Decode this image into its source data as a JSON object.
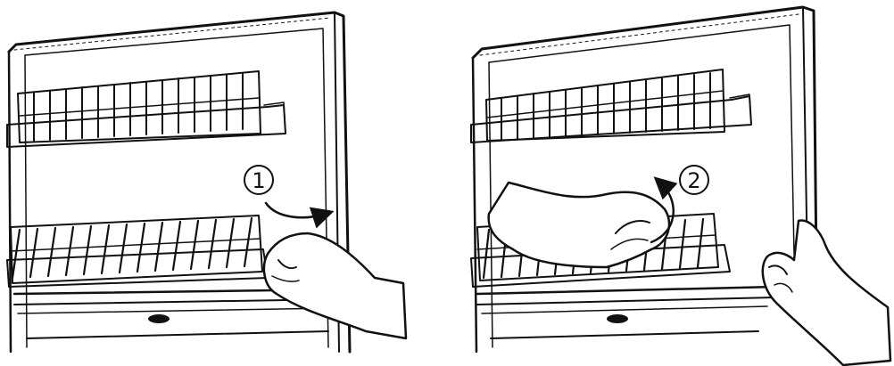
{
  "steps": [
    {
      "marker": "1",
      "action": "open-door-arrow"
    },
    {
      "marker": "2",
      "action": "lift-shelf-arrow"
    }
  ],
  "colors": {
    "ink": "#111111",
    "paper": "#ffffff"
  }
}
